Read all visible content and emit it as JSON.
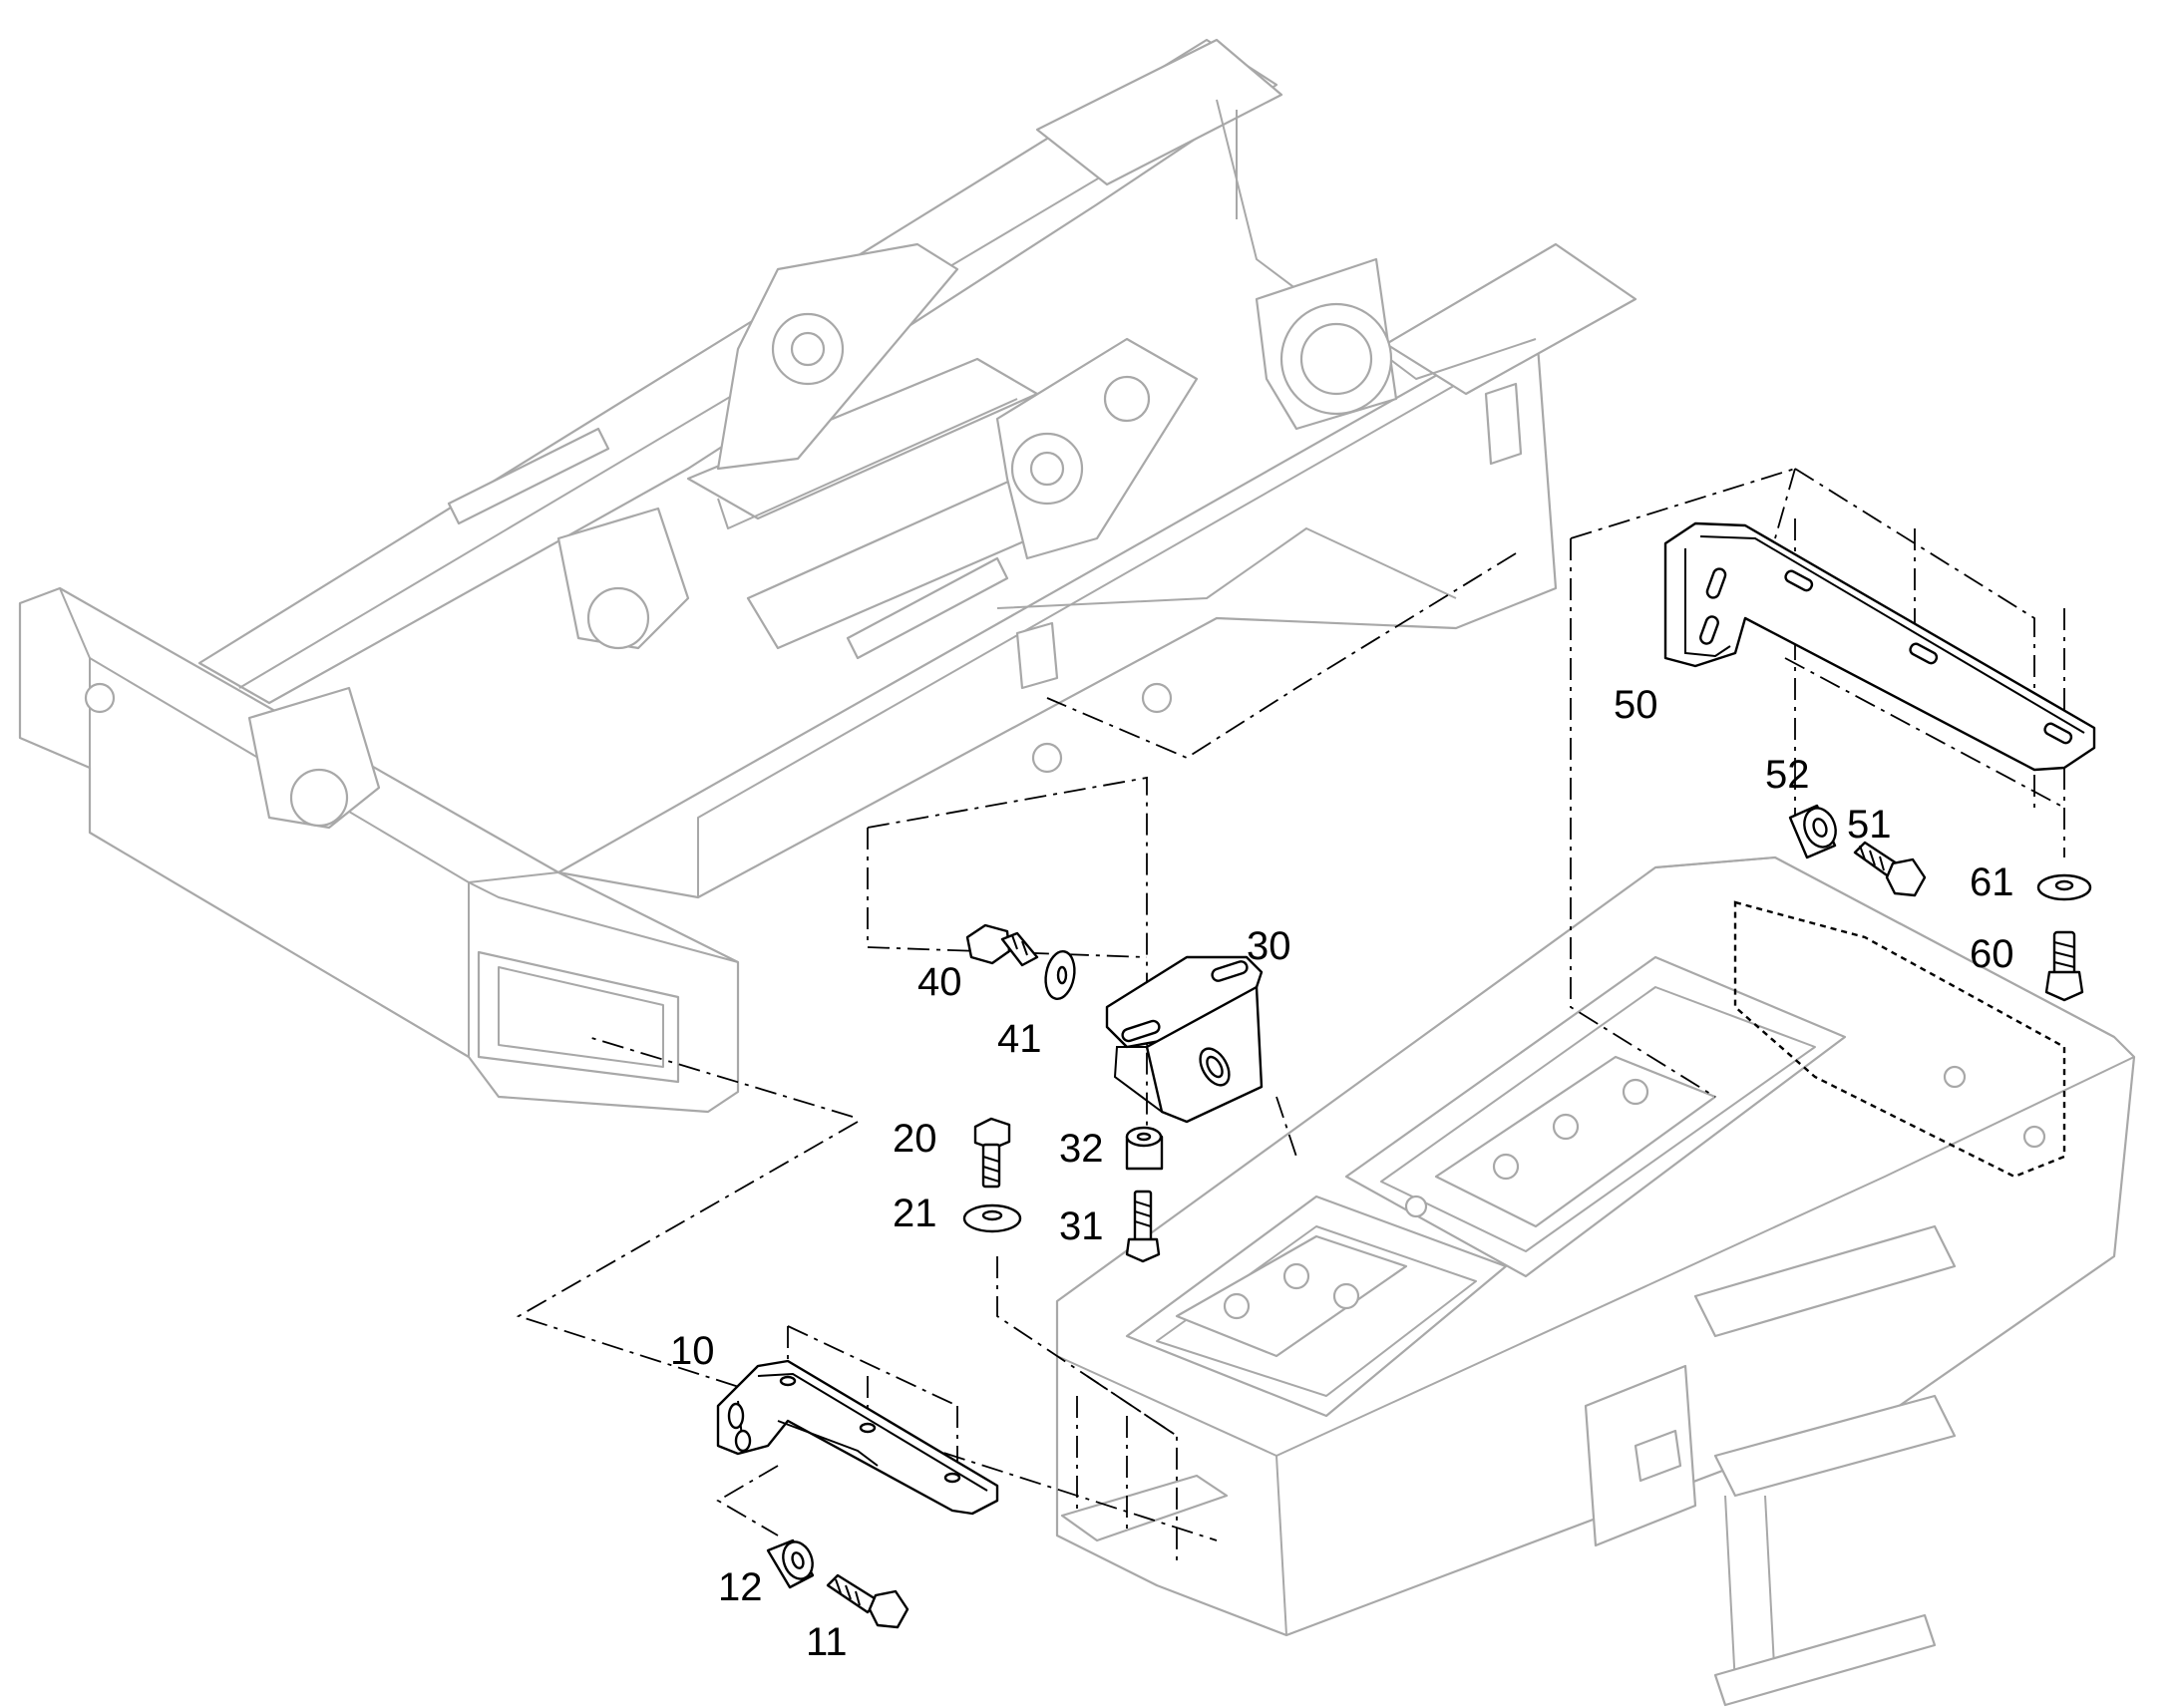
{
  "diagram": {
    "callouts": [
      {
        "id": "c10",
        "label": "10"
      },
      {
        "id": "c11",
        "label": "11"
      },
      {
        "id": "c12",
        "label": "12"
      },
      {
        "id": "c20",
        "label": "20"
      },
      {
        "id": "c21",
        "label": "21"
      },
      {
        "id": "c30",
        "label": "30"
      },
      {
        "id": "c31",
        "label": "31"
      },
      {
        "id": "c32",
        "label": "32"
      },
      {
        "id": "c40",
        "label": "40"
      },
      {
        "id": "c41",
        "label": "41"
      },
      {
        "id": "c50",
        "label": "50"
      },
      {
        "id": "c51",
        "label": "51"
      },
      {
        "id": "c52",
        "label": "52"
      },
      {
        "id": "c60",
        "label": "60"
      },
      {
        "id": "c61",
        "label": "61"
      }
    ]
  }
}
